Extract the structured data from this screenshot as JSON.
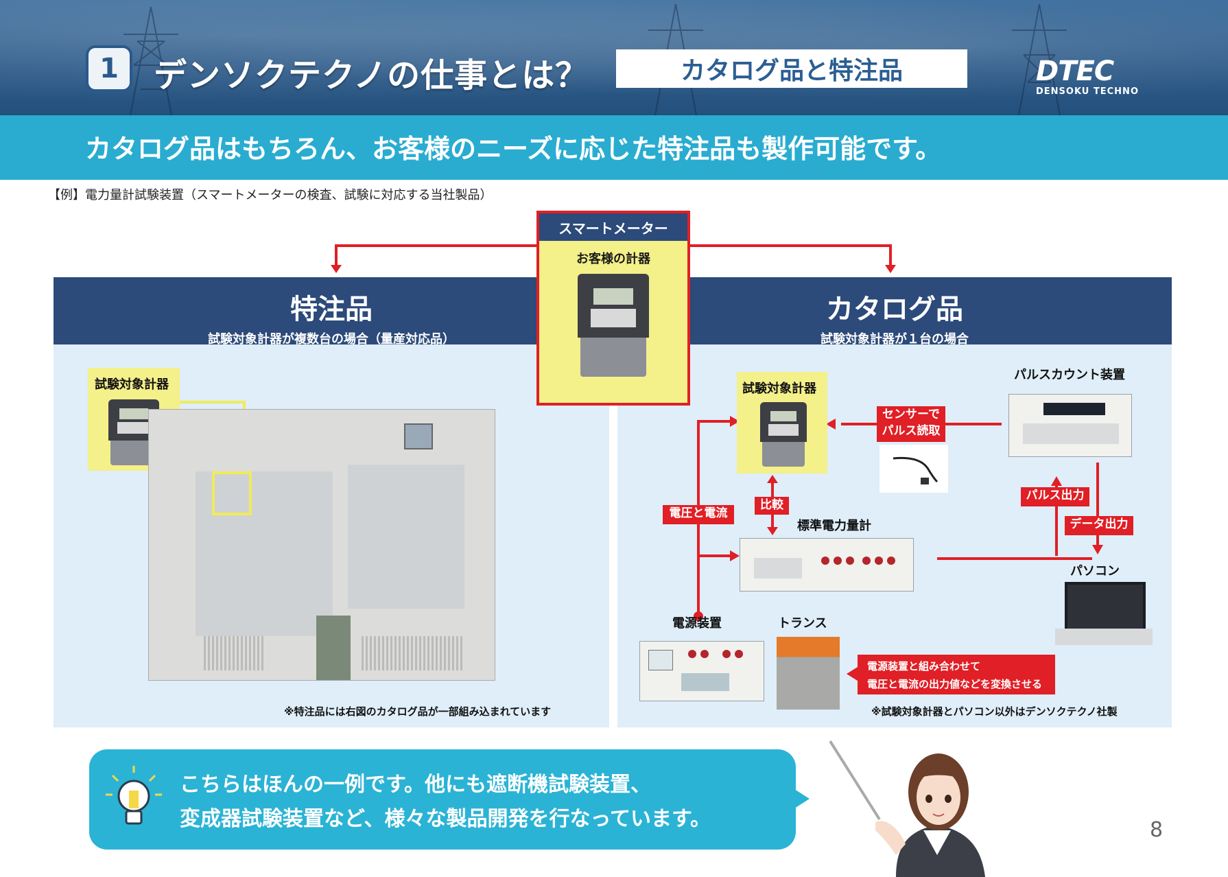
{
  "header": {
    "section_number": "1",
    "title": "デンソクテクノの仕事とは？",
    "label": "カタログ品と特注品",
    "logo": {
      "mark": "DTEC",
      "sub": "DENSOKU TECHNO"
    }
  },
  "band_text": "カタログ品はもちろん、お客様のニーズに応じた特注品も製作可能です。",
  "example_caption": "【例】電力量計試験装置（スマートメーターの検査、試験に対応する当社製品）",
  "smart_meter": {
    "header": "スマートメーター",
    "label": "お客様の計器"
  },
  "left_panel": {
    "title": "特注品",
    "subtitle": "試験対象計器が複数台の場合（量産対応品）",
    "test_meter_label": "試験対象計器",
    "note": "※特注品には右図のカタログ品が一部組み込まれています"
  },
  "right_panel": {
    "title": "カタログ品",
    "subtitle": "試験対象計器が１台の場合",
    "test_meter_label": "試験対象計器",
    "pulse_counter_label": "パルスカウント装置",
    "sensor_tag": [
      "センサーで",
      "パルス読取"
    ],
    "compare_tag": "比較",
    "voltage_current_tag": "電圧と電流",
    "standard_meter_label": "標準電力量計",
    "pulse_output_tag": "パルス出力",
    "data_output_tag": "データ出力",
    "pc_label": "パソコン",
    "power_supply_label": "電源装置",
    "transformer_label": "トランス",
    "transformer_note": [
      "電源装置と組み合わせて",
      "電圧と電流の出力値などを変換させる"
    ],
    "note": "※試験対象計器とパソコン以外はデンソクテクノ社製"
  },
  "callout": {
    "line1": "こちらはほんの一例です。他にも遮断機試験装置、",
    "line2": "変成器試験装置など、様々な製品開発を行なっています。"
  },
  "page_number": "8",
  "colors": {
    "navy": "#2c4a7a",
    "cyan": "#29acd0",
    "red": "#e01f26",
    "yellow": "#f4f08a",
    "panel_bg": "#dfeef8"
  }
}
